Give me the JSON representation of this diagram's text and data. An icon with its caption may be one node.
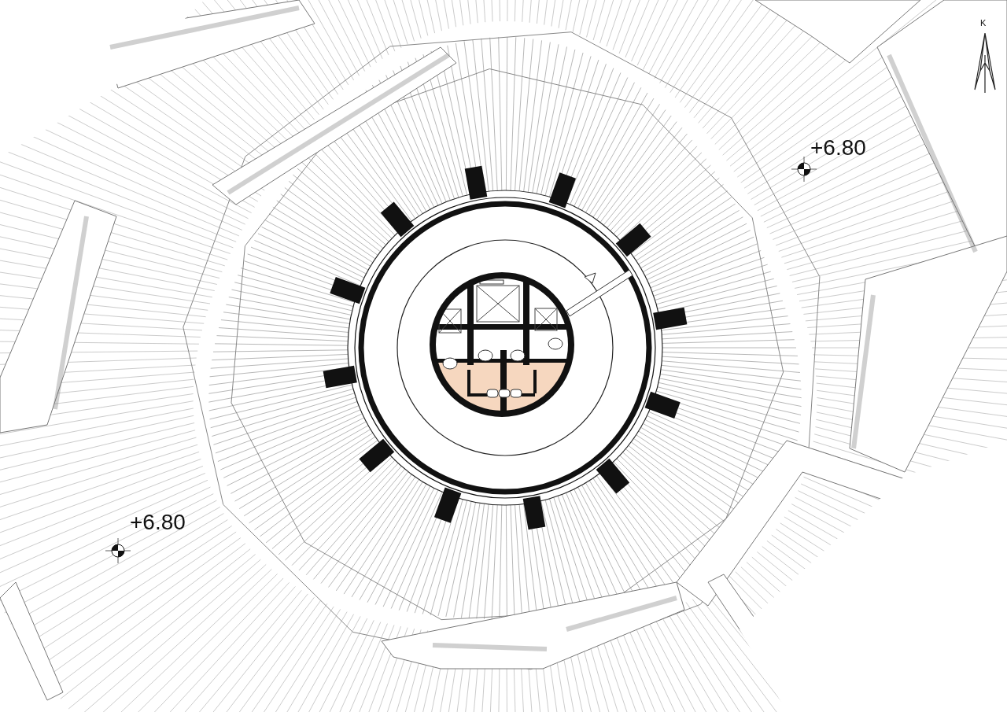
{
  "diagram": {
    "labels": [
      "K",
      "+6.80",
      "+6.80"
    ]
  }
}
